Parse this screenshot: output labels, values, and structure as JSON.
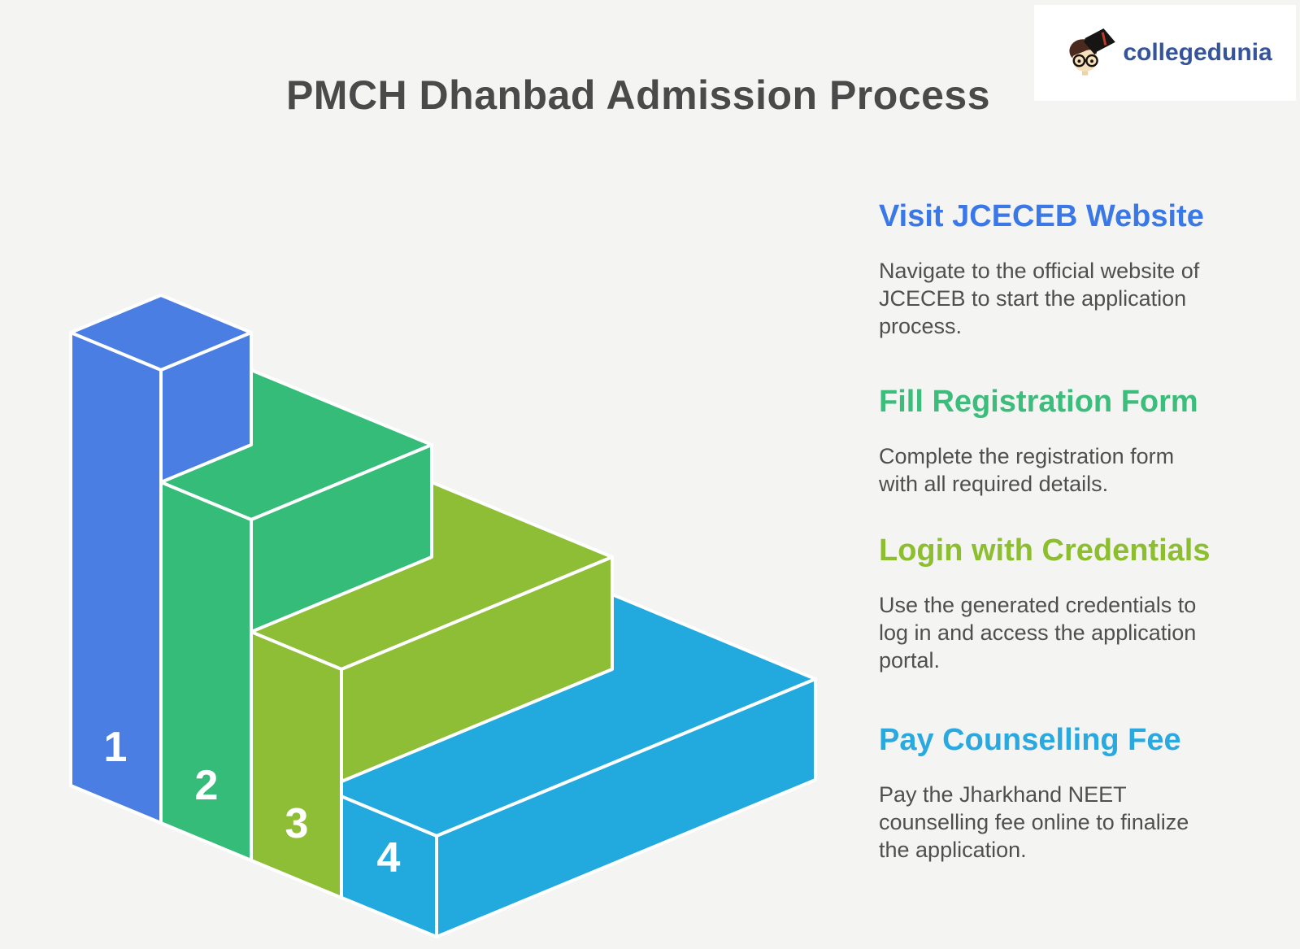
{
  "page": {
    "title": "PMCH Dhanbad Admission Process",
    "title_color": "#4a4a4a",
    "body_text_color": "#4f4f4f",
    "background": "#f4f4f2",
    "edge_color": "#ffffff"
  },
  "logo": {
    "text": "collegedunia",
    "text_color": "#35549b"
  },
  "steps": [
    {
      "number": "1",
      "block_color": "#4b7ee2",
      "heading": "Visit JCECEB Website",
      "heading_color": "#3a78e8",
      "description_lines": [
        "Navigate to the official website of",
        "JCECEB to start the application",
        "process."
      ]
    },
    {
      "number": "2",
      "block_color": "#35bc78",
      "heading": "Fill Registration Form",
      "heading_color": "#3dbd7c",
      "description_lines": [
        "Complete the registration form",
        "with all required details."
      ]
    },
    {
      "number": "3",
      "block_color": "#8ebd36",
      "heading": "Login with Credentials",
      "heading_color": "#8dbe2f",
      "description_lines": [
        "Use the generated credentials to",
        "log in and access the application",
        "portal."
      ]
    },
    {
      "number": "4",
      "block_color": "#22a9de",
      "heading": "Pay Counselling Fee",
      "heading_color": "#29a9df",
      "description_lines": [
        "Pay the Jharkhand NEET",
        "counselling fee online to finalize",
        "the application."
      ]
    }
  ]
}
